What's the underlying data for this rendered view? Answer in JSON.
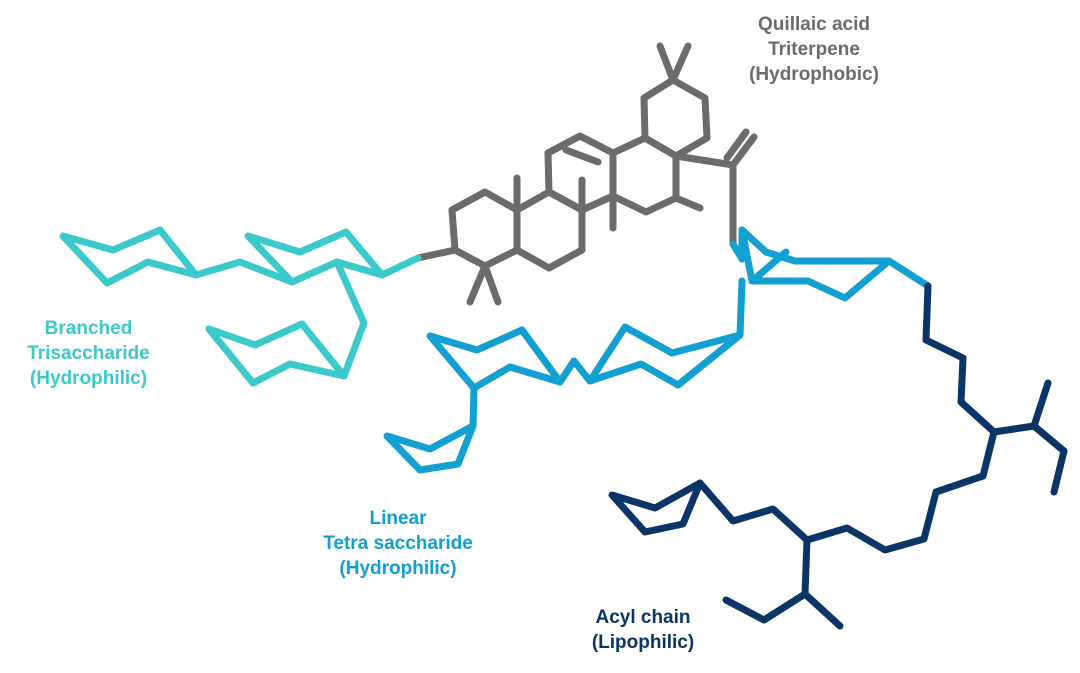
{
  "title": "Saponin structure diagram",
  "colors": {
    "triterpene": "#6b6b6b",
    "branched_trisaccharide": "#3cc9cc",
    "linear_tetrasaccharide": "#129fd2",
    "acyl_chain": "#0b3566",
    "background": "#ffffff"
  },
  "labels": {
    "triterpene": {
      "line1": "Quillaic acid",
      "line2": "Triterpene",
      "line3": "(Hydrophobic)"
    },
    "branched": {
      "line1": "Branched",
      "line2": "Trisaccharide",
      "line3": "(Hydrophilic)"
    },
    "linear": {
      "line1": "Linear",
      "line2": "Tetra saccharide",
      "line3": "(Hydrophilic)"
    },
    "acyl": {
      "line1": "Acyl chain",
      "line2": "(Lipophilic)"
    }
  }
}
